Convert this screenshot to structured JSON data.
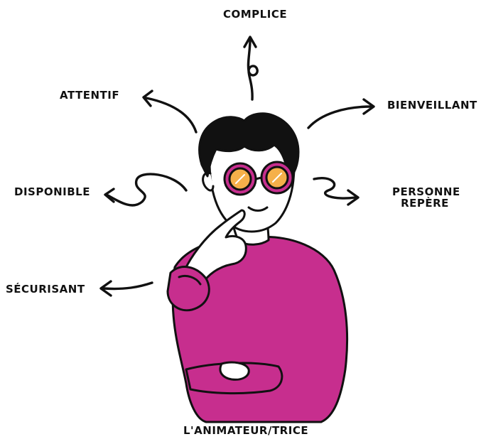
{
  "diagram": {
    "center_label": "L'ANIMATEUR/TRICE",
    "qualities": [
      {
        "id": "complice",
        "text": "COMPLICE"
      },
      {
        "id": "attentif",
        "text": "ATTENTIF"
      },
      {
        "id": "bienveillant",
        "text": "BIENVEILLANT"
      },
      {
        "id": "disponible",
        "text": "DISPONIBLE"
      },
      {
        "id": "personne_repere_line1",
        "text": "PERSONNE"
      },
      {
        "id": "personne_repere_line2",
        "text": "REPÈRE"
      },
      {
        "id": "securisant",
        "text": "SÉCURISANT"
      }
    ]
  },
  "colors": {
    "sweater": "#c72e8e",
    "sweater_shade": "#a81f76",
    "lens": "#f5b04a",
    "frame": "#c72e8e",
    "ink": "#111111",
    "skin": "#ffffff"
  },
  "illustration": "person-thinking-with-glasses"
}
